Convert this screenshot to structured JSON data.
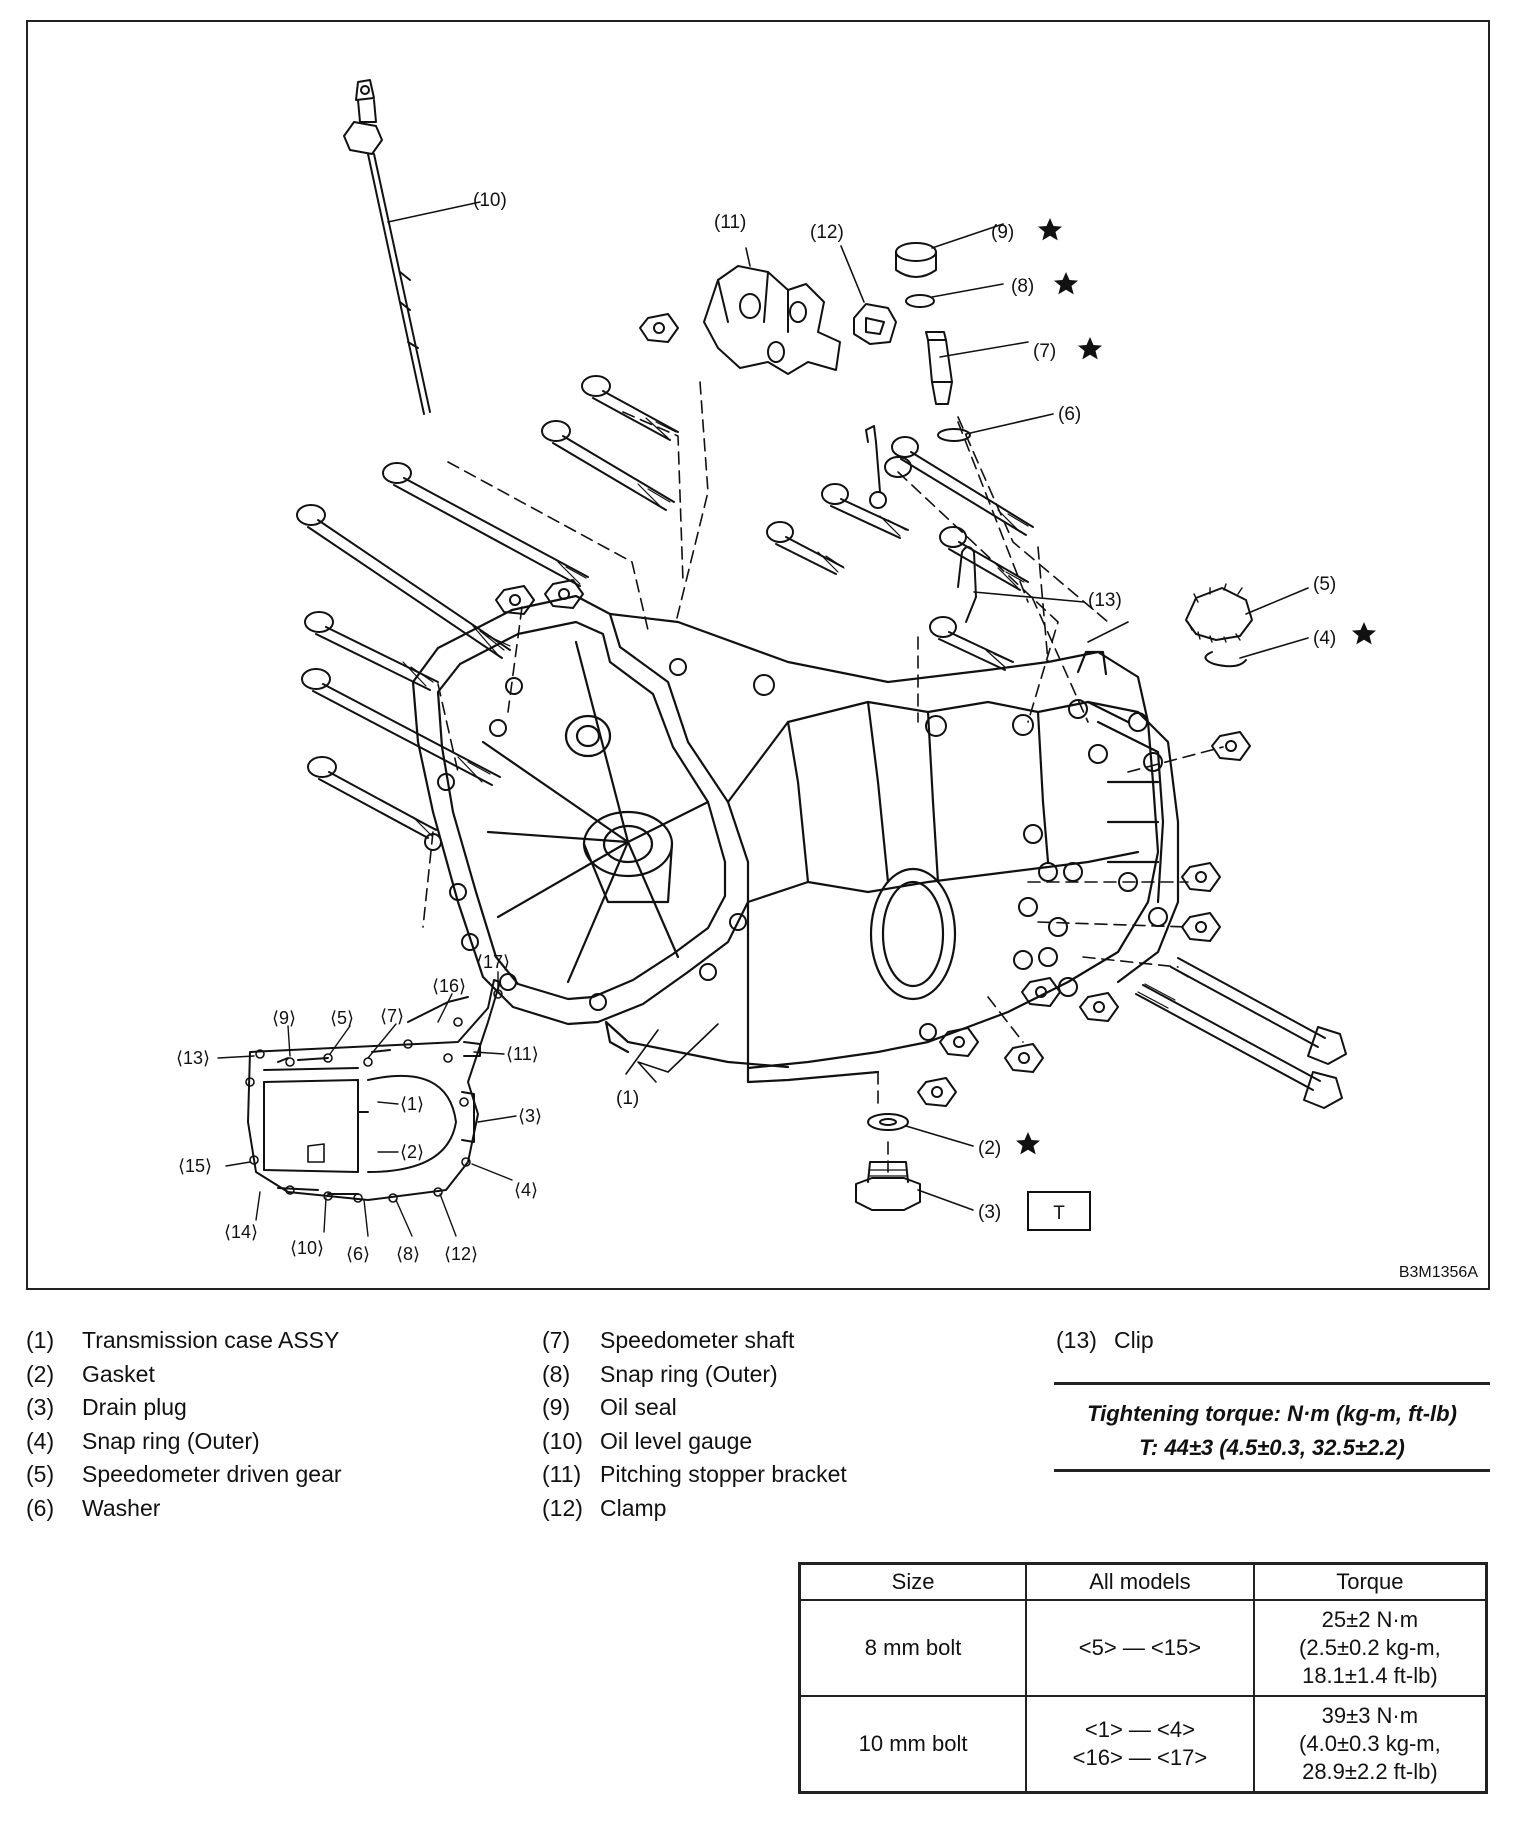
{
  "diagram": {
    "figure_code": "B3M1356A",
    "callouts": {
      "c1": "(1)",
      "c2": "(2)",
      "c3": "(3)",
      "c4": "(4)",
      "c5": "(5)",
      "c6": "(6)",
      "c7": "(7)",
      "c8": "(8)",
      "c9": "(9)",
      "c10": "(10)",
      "c11": "(11)",
      "c12": "(12)",
      "c13": "(13)"
    },
    "torque_marker": "T",
    "inset_callouts": {
      "i9": "⟨9⟩",
      "i5": "⟨5⟩",
      "i7": "⟨7⟩",
      "i16": "⟨16⟩",
      "i17": "⟨17⟩",
      "i13": "⟨13⟩",
      "i11": "⟨11⟩",
      "i1": "⟨1⟩",
      "i3": "⟨3⟩",
      "i15": "⟨15⟩",
      "i2": "⟨2⟩",
      "i4": "⟨4⟩",
      "i14": "⟨14⟩",
      "i10": "⟨10⟩",
      "i6": "⟨6⟩",
      "i8": "⟨8⟩",
      "i12": "⟨12⟩"
    }
  },
  "legend": {
    "col1": [
      {
        "num": "(1)",
        "label": "Transmission case ASSY"
      },
      {
        "num": "(2)",
        "label": "Gasket"
      },
      {
        "num": "(3)",
        "label": "Drain plug"
      },
      {
        "num": "(4)",
        "label": "Snap ring (Outer)"
      },
      {
        "num": "(5)",
        "label": "Speedometer driven gear"
      },
      {
        "num": "(6)",
        "label": "Washer"
      }
    ],
    "col2": [
      {
        "num": "(7)",
        "label": "Speedometer shaft"
      },
      {
        "num": "(8)",
        "label": "Snap ring (Outer)"
      },
      {
        "num": "(9)",
        "label": "Oil seal"
      },
      {
        "num": "(10)",
        "label": "Oil level gauge"
      },
      {
        "num": "(11)",
        "label": "Pitching stopper bracket"
      },
      {
        "num": "(12)",
        "label": "Clamp"
      }
    ],
    "col3": [
      {
        "num": "(13)",
        "label": "Clip"
      }
    ]
  },
  "torque_note": {
    "heading": "Tightening torque: N·m (kg-m, ft-lb)",
    "value": "T: 44±3 (4.5±0.3, 32.5±2.2)"
  },
  "torque_table": {
    "headers": [
      "Size",
      "All models",
      "Torque"
    ],
    "rows": [
      {
        "size": "8 mm bolt",
        "models": [
          "<5> — <15>"
        ],
        "torque": [
          "25±2 N·m",
          "(2.5±0.2 kg-m,",
          "18.1±1.4 ft-lb)"
        ]
      },
      {
        "size": "10 mm bolt",
        "models": [
          "<1> — <4>",
          "<16> — <17>"
        ],
        "torque": [
          "39±3 N·m",
          "(4.0±0.3 kg-m,",
          "28.9±2.2 ft-lb)"
        ]
      }
    ]
  }
}
